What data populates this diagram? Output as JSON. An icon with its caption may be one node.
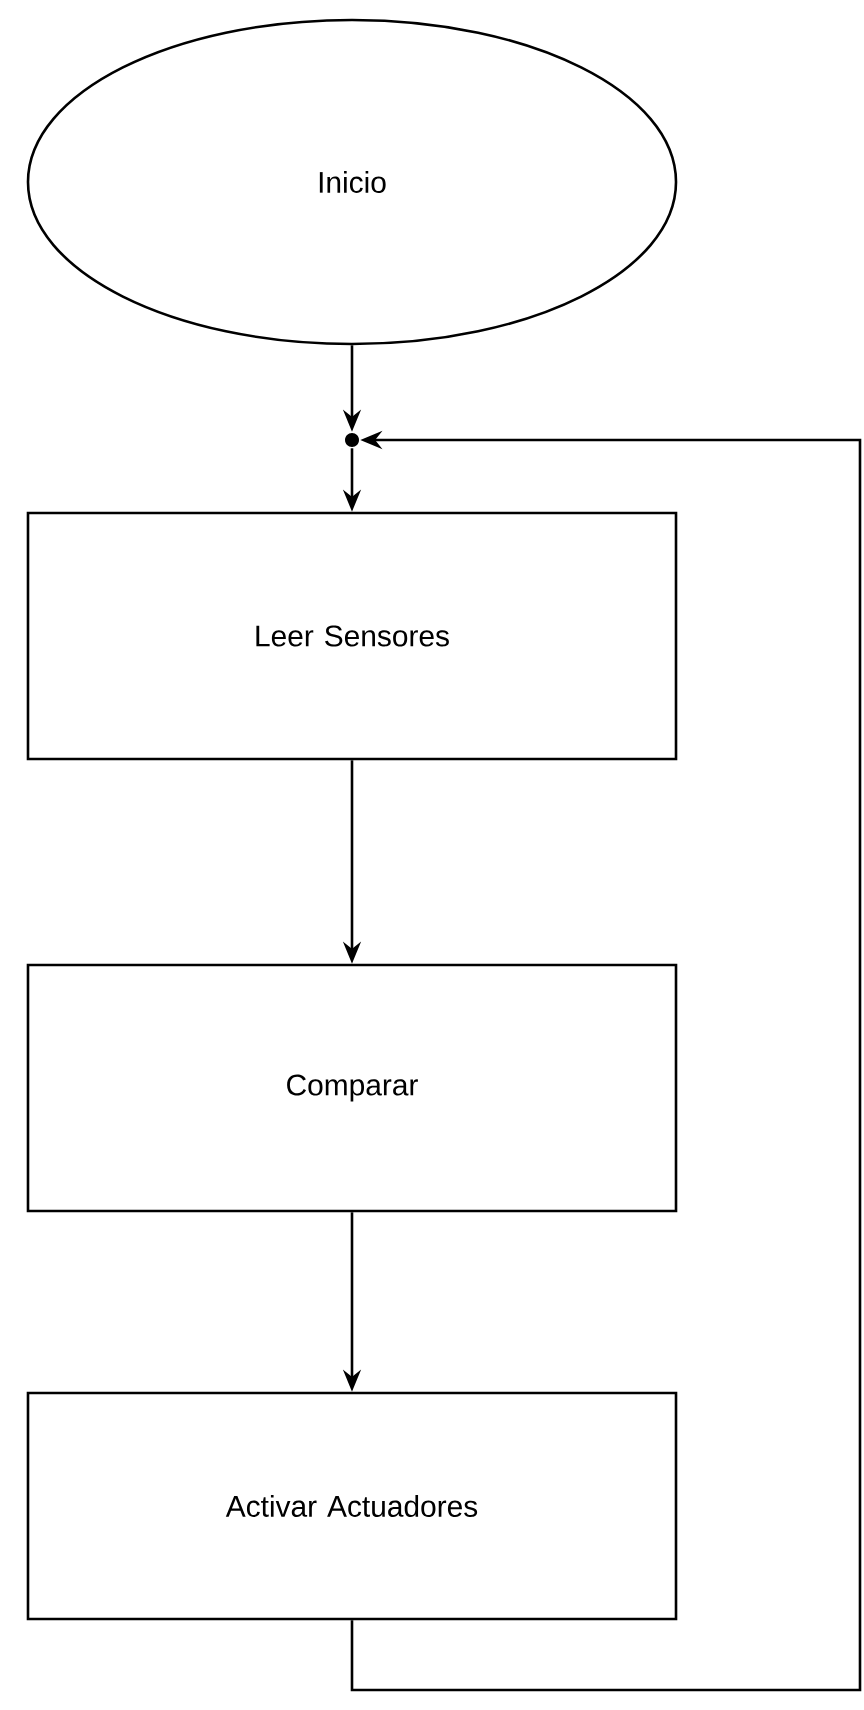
{
  "diagram": {
    "nodes": [
      {
        "text": [
          "Inicio"
        ]
      },
      {
        "text": [],
        "shape": "circle"
      },
      {
        "text": [
          "Leer Sensores"
        ]
      },
      {
        "text": [
          "Comparar"
        ]
      },
      {
        "text": [
          "Activar Actuadores"
        ]
      }
    ],
    "edges": [
      {
        "from": 0,
        "to": 1,
        "arrow": "to"
      },
      {
        "from": 1,
        "to": 2,
        "arrow": "to"
      },
      {
        "from": 2,
        "to": 3,
        "arrow": "to"
      },
      {
        "from": 3,
        "to": 4,
        "arrow": "to"
      },
      {
        "from": 4,
        "to": 1,
        "arrow": "to"
      }
    ]
  }
}
